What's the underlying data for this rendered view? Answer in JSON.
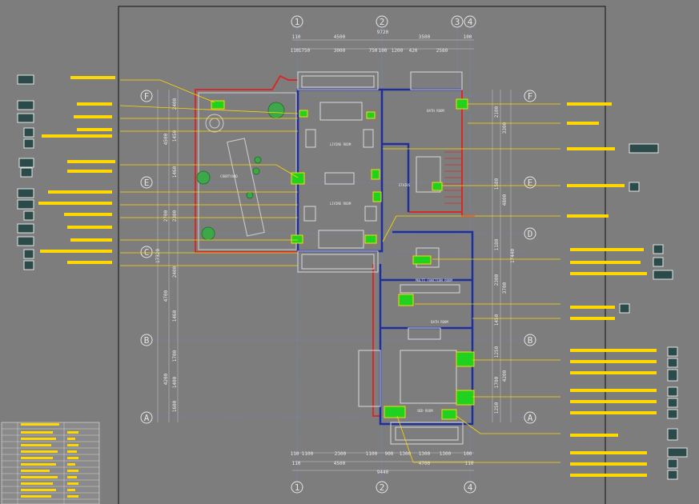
{
  "drawing": {
    "grid_columns": [
      "1",
      "2",
      "3",
      "4"
    ],
    "grid_rows": [
      "F",
      "E",
      "D",
      "C",
      "B",
      "A"
    ],
    "top_dims_row1": [
      "110",
      "4500",
      "9720",
      "3500",
      "100"
    ],
    "top_dims_row2": [
      "110",
      "1750",
      "3000",
      "750",
      "100",
      "1200",
      "420",
      "2580"
    ],
    "bottom_dims_row1": [
      "110",
      "1100",
      "2300",
      "1100",
      "900",
      "1300",
      "1300",
      "1300",
      "100"
    ],
    "bottom_dims_row2": [
      "110",
      "4500",
      "4700",
      "110"
    ],
    "bottom_dims_total": "9440",
    "left_dims_total": "17320",
    "left_dims_row1": [
      "4500",
      "2700",
      "4700",
      "4200"
    ],
    "left_dims_row2": [
      "2400",
      "1450",
      "1460",
      "2300",
      "2400",
      "1460",
      "1700",
      "1400",
      "1600"
    ],
    "right_dims_total": "17440",
    "right_dims_row1": [
      "3300",
      "4800",
      "3700",
      "4200"
    ],
    "right_dims_row2": [
      "2100",
      "1580",
      "1180",
      "2300",
      "1450",
      "1250",
      "1700",
      "1250"
    ],
    "room_labels": {
      "living1": "LIVING ROOM",
      "living2": "LIVING ROOM",
      "courtyard": "COURTYARD",
      "stairs": "STAIRS",
      "bath1": "BATH ROOM",
      "multi": "MULTI FUNCTION ROOM",
      "bath2": "BATH ROOM",
      "bed": "BED ROOM"
    }
  }
}
